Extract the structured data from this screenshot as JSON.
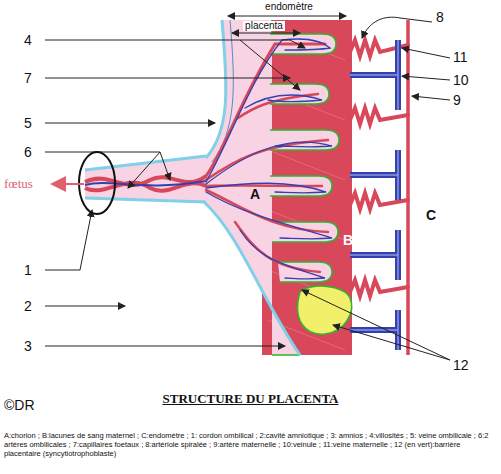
{
  "diagram": {
    "title": "STRUCTURE DU PLACENTA",
    "caption": "A:chorion ; B:lacunes de sang maternel ; C:endomètre ; 1: cordon ombilical ; 2:cavité amniotique ; 3: amnios ; 4:villosités ; 5: veine ombilicale ; 6:2 artères ombilicales ; 7:capillaires foetaux ; 8:artériole spiralée ; 9:artère maternelle ; 10:veinule ; 11:veine maternelle ; 12 (en vert):barrière placentaire (syncytiotrophoblaste)",
    "labels": [
      "endomètre",
      "placenta",
      "4",
      "7",
      "5",
      "6",
      "fœtus",
      "1",
      "2",
      "3",
      "A",
      "B",
      "C",
      "8",
      "11",
      "10",
      "9",
      "12",
      "©DR"
    ]
  }
}
